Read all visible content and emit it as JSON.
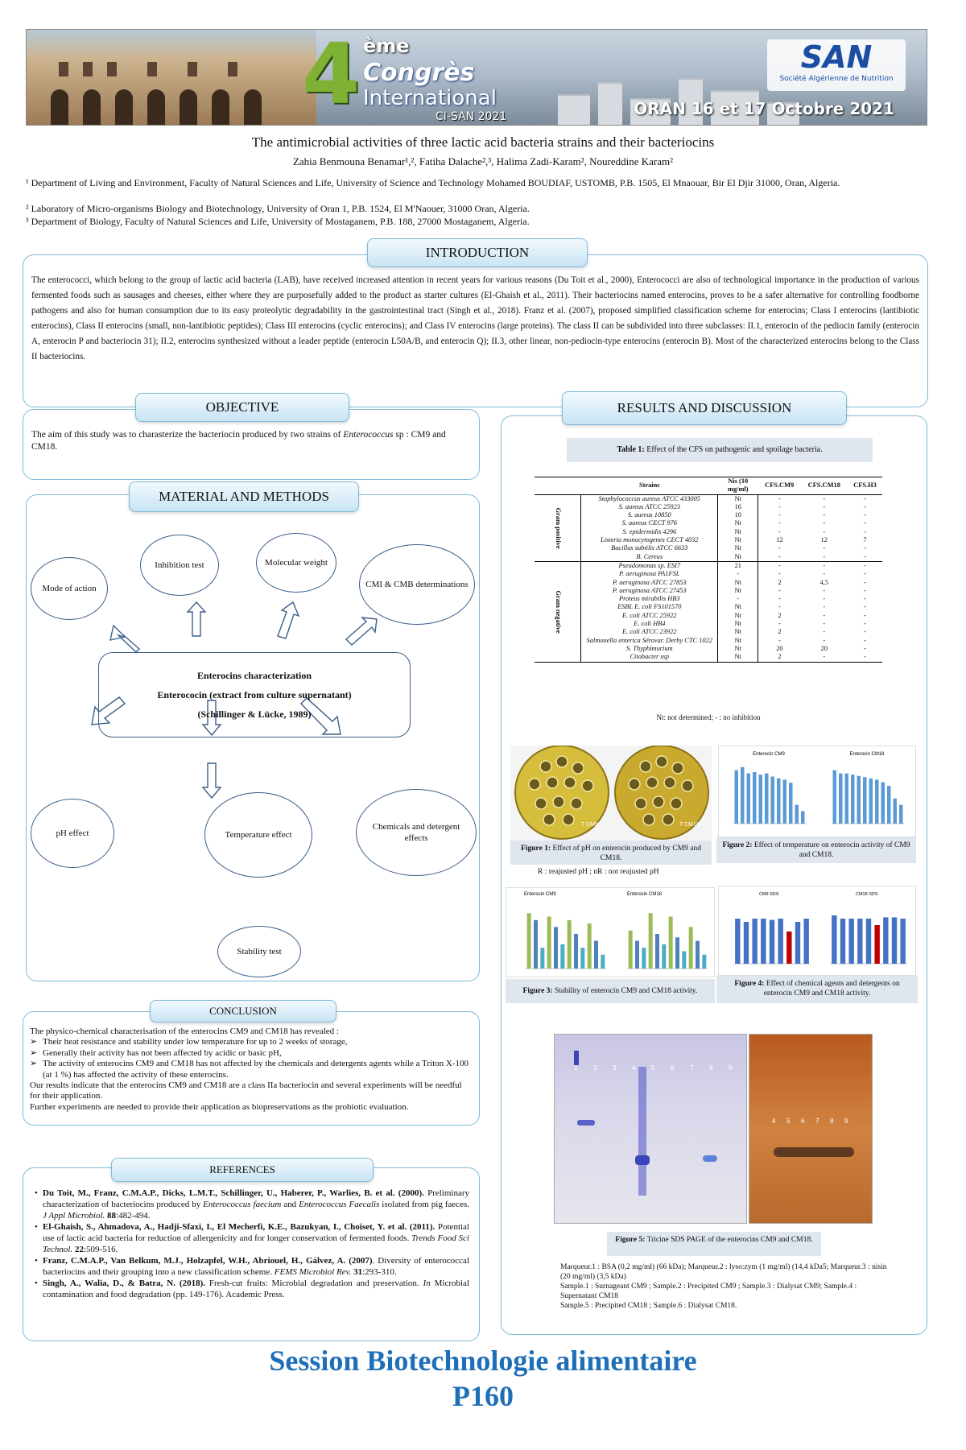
{
  "banner": {
    "number": "4",
    "ordinal": "ème",
    "line1": "Congrès",
    "line2": "International",
    "line3": "CI-SAN 2021",
    "logo": "SAN",
    "logo_sub": "Société Algérienne de Nutrition",
    "date": "ORAN 16 et 17 Octobre 2021"
  },
  "title": "The antimicrobial activities of three lactic acid bacteria strains and their bacteriocins",
  "authors": "Zahia Benmouna Benamar¹,², Fatiha Dalache²,³, Halima Zadi-Karam², Noureddine Karam²",
  "affiliations": [
    "¹ Department of Living and Environment, Faculty of Natural Sciences and Life, University of Science and Technology Mohamed BOUDIAF, USTOMB, P.B. 1505, El Mnaouar, Bir El Djir 31000, Oran, Algeria.",
    "² Laboratory of Micro-organisms Biology and Biotechnology, University of Oran 1, P.B. 1524, El M'Naouer, 31000 Oran, Algeria.",
    "³ Department of Biology, Faculty of Natural Sciences and Life, University of Mostaganem, P.B. 188, 27000 Mostaganem, Algeria."
  ],
  "introduction": {
    "heading": "INTRODUCTION",
    "text": "The enterococci, which belong to the group of lactic acid bacteria (LAB), have received increased attention in recent years for various reasons (Du Toit et al., 2000), Enterococci are also of technological importance in the production of various fermented foods such as sausages and cheeses, either where they are purposefully added to the product as starter cultures (El-Ghaish et al., 2011). Their bacteriocins named enterocins, proves to be a safer alternative for controlling foodborne pathogens and also for human consumption due to its easy proteolytic degradability in the gastrointestinal tract (Singh et al., 2018). Franz et al. (2007), proposed simplified classification scheme for enterocins; Class I enterocins (lantibiotic enterocins), Class II enterocins (small, non-lantibiotic peptides); Class III enterocins (cyclic enterocins); and Class IV enterocins (large proteins). The class II can be subdivided into three subclasses: II.1, enterocin of the pediocin family (enterocin A, enterocin P and bacteriocin 31); II.2, enterocins synthesized without a leader peptide (enterocin L50A/B, and enterocin Q); II.3, other linear, non-pediocin-type enterocins (enterocin B). Most of the characterized enterocins belong to the Class II bacteriocins."
  },
  "objective": {
    "heading": "OBJECTIVE",
    "text_pre": "The aim of this study was to charasterize the bacteriocin produced by two strains of ",
    "text_italic": "Enterococcus",
    "text_post": " sp : CM9 and CM18."
  },
  "methods": {
    "heading": "MATERIAL AND METHODS",
    "mode": "Mode of action",
    "inhibition": "Inhibition test",
    "molecular": "Molecular weight",
    "cmi": "CMI & CMB determinations",
    "center1": "Enterocins characterization",
    "center2": "Enterococin (extract from culture supernatant)",
    "center3": "(Schillinger & Lücke, 1989)",
    "ph": "pH effect",
    "temp": "Temperature effect",
    "chem": "Chemicals and detergent effects",
    "stab": "Stability test"
  },
  "conclusion": {
    "heading": "CONCLUSION",
    "intro": "The physico-chemical characterisation of the enterocins CM9 and CM18 has revealed :",
    "bullets": [
      "Their heat resistance and stability under low temperature for up to 2 weeks of storage,",
      "Generally their activity has not been affected by acidic or basic pH,",
      "The activity of enterocins CM9 and CM18 has not affected by the chemicals and detergents agents while a Triton X-100 (at 1 %) has affected the activity of these enterocins."
    ],
    "p1": "Our results indicate that the enterocins CM9 and CM18 are a class IIa bacteriocin and several experiments will be needful for their application.",
    "p2": "Further experiments are needed to provide their application as biopreservations as the probiotic evaluation."
  },
  "references": {
    "heading": "REFERENCES",
    "r1a": "Du Toit, M., Franz, C.M.A.P., Dicks, L.M.T., Schillinger, U., Haberer, P., Warlies, B. et al. (2000).",
    "r1b": " Preliminary characterization of bacteriocins produced by ",
    "r1c": "Enterococcus faecium",
    "r1d": " and ",
    "r1e": "Enterococcus Faecalis",
    "r1f": " isolated from pig faeces. ",
    "r1g": "J Appl Microbiol.",
    "r1h": " 88",
    "r1i": ":482-494.",
    "r2a": "El-Ghaish, S., Ahmadova, A., Hadji-Sfaxi, I., El Mecherfi, K.E., Bazukyan, I., Choiset, Y. et al. (2011).",
    "r2b": " Potential use of lactic acid bacteria for reduction of allergenicity and for longer conservation of fermented foods. ",
    "r2c": "Trends Food Sci Technol.",
    "r2d": " 22",
    "r2e": ":509-516.",
    "r3a": "Franz, C.M.A.P., Van Belkum, M.J., Holzapfel, W.H., Abriouel, H., Gálvez, A. (2007)",
    "r3b": ". Diversity of enterococcal bacteriocins and their grouping into a new classification scheme. ",
    "r3c": "FEMS Microbiol Rev.",
    "r3d": " 31",
    "r3e": ":293-310.",
    "r4a": "Singh, A., Walia, D., & Batra, N. (2018).",
    "r4b": " Fresh-cut fruits: Microbial degradation and preservation. ",
    "r4c": "In",
    "r4d": " Microbial contamination and food degradation (pp. 149-176). Academic Press."
  },
  "results": {
    "heading": "RESULTS AND DISCUSSION",
    "table_caption_b": "Table 1:",
    "table_caption": " Effect of the CFS on pathogenic and spoilage bacteria.",
    "cols": [
      "Strains",
      "Nis (10 mg/ml)",
      "CFS.CM9",
      "CFS.CM18",
      "CFS.H3"
    ],
    "group_pos": "Gram positive",
    "group_neg": "Gram negative",
    "rows_pos": [
      [
        "Staphylococcus aureus ATCC 433005",
        "Nt",
        "-",
        "-",
        "-"
      ],
      [
        "S. aureus ATCC 25923",
        "16",
        "-",
        "-",
        "-"
      ],
      [
        "S. aureus 10850",
        "10",
        "-",
        "-",
        "-"
      ],
      [
        "S. aureus CECT 976",
        "Nt",
        "-",
        "-",
        "-"
      ],
      [
        "S. epidermidis 4296",
        "Nt",
        "-",
        "-",
        "-"
      ],
      [
        "Listeria monocytogenes CECT 4032",
        "Nt",
        "12",
        "12",
        "7"
      ],
      [
        "Bacillus subtilis ATCC 6633",
        "Nt",
        "-",
        "-",
        "-"
      ],
      [
        "B. Cereus",
        "Nt",
        "-",
        "-",
        "-"
      ]
    ],
    "rows_neg": [
      [
        "Pseudomonas sp. ESI7",
        "21",
        "-",
        "-",
        "-"
      ],
      [
        "P. aeruginosa PA1FSL",
        "-",
        "-",
        "-",
        "-"
      ],
      [
        "P. aeruginosa ATCC 27853",
        "Nt",
        "2",
        "4,5",
        "-"
      ],
      [
        "P. aeruginosa ATCC 27453",
        "Nt",
        "-",
        "-",
        "-"
      ],
      [
        "Proteus mirabilis HB3",
        "-",
        "-",
        "-",
        "-"
      ],
      [
        "ESBL E. coli FS101570",
        "Nt",
        "-",
        "-",
        "-"
      ],
      [
        "E. coli ATCC 25922",
        "Nt",
        "2",
        "-",
        "-"
      ],
      [
        "E. coli HB4",
        "Nt",
        "-",
        "-",
        "-"
      ],
      [
        "E. coli ATCC 23922",
        "Nt",
        "2",
        "-",
        "-"
      ],
      [
        "Salmonella enterica Sérovar. Derby CTC 1022",
        "Nt",
        "-",
        "-",
        "-"
      ],
      [
        "S. Thyphimurium",
        "Nt",
        "20",
        "20",
        "-"
      ],
      [
        "Citobacter ssp",
        "Nt",
        "2",
        "-",
        "-"
      ]
    ],
    "table_note": "Nt: not determined; - : no inhibition",
    "fig1_b": "Figure 1:",
    "fig1": " Effect of pH on enterocin produced by CM9 and CM18.",
    "fig1_note": "R : reajusted pH ; nR : not reajusted pH",
    "plate1_label": "T CM9",
    "plate2_label": "T CM18",
    "fig2_b": "Figure 2:",
    "fig2": " Effect of temperature on enterocin activity of CM9 and CM18.",
    "fig2a_title": "Enterocin CM9",
    "fig2b_title": "Enterocin CM18",
    "fig3_b": "Figure 3:",
    "fig3": "  Stability of enterocin CM9 and CM18 activity.",
    "fig3a_title": "Enterocin CM9",
    "fig3b_title": "Enterocin CM18",
    "fig4_b": "Figure 4:",
    "fig4": " Effect of chemical agents and detergents on enterocin CM9 and CM18 activity.",
    "fig4a_legend": "CM9   SDS",
    "fig4b_legend": "CM18   SDS",
    "gel_lanes_left": [
      "1",
      "2",
      "3",
      "4",
      "5",
      "6",
      "7",
      "8",
      "9"
    ],
    "gel_lanes_right": [
      "4",
      "5",
      "6",
      "7",
      "8",
      "9"
    ],
    "fig5_b": "Figure 5:",
    "fig5": " Tricine SDS PAGE of the enterocins CM9 and CM18.",
    "markers": [
      "Marqueur.1 : BSA (0,2 mg/ml) (66 kDa); Marqueur.2 : lyso:zym (1 mg/ml) (14,4 kDa5; Marqueur.3 : nisin (20 mg/ml) (3,5 kDa)",
      "Sample.1 : Surnageant CM9 ; Sample.2 : Precipited CM9 ; Sample.3 : Dialysat CM9; Sample.4 : Supernatant CM18",
      "Sample.5 : Precipited CM18 ; Sample.6 : Dialysat CM18."
    ]
  },
  "session": {
    "line1": "Session Biotechnologie alimentaire",
    "line2": "P160"
  }
}
